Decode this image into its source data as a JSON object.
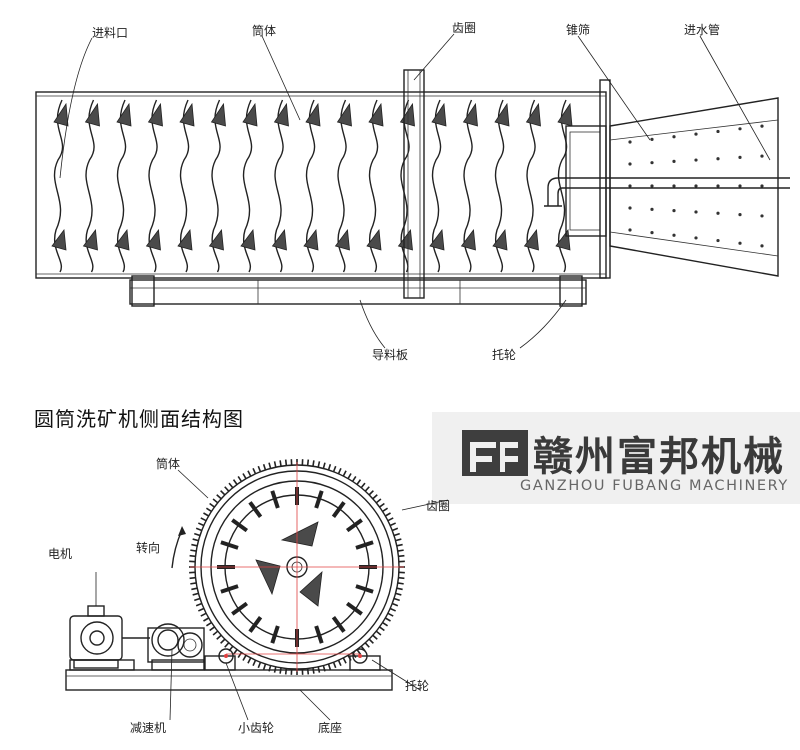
{
  "top_view": {
    "labels": {
      "feed_inlet": "进料口",
      "drum": "筒体",
      "gear_ring": "齿圈",
      "cone_screen": "锥筛",
      "water_pipe": "进水管",
      "guide_plate": "导料板",
      "support_roller": "托轮"
    }
  },
  "side_view": {
    "title": "圆筒洗矿机侧面结构图",
    "labels": {
      "drum": "筒体",
      "rotation": "转向",
      "gear_ring": "齿圈",
      "motor": "电机",
      "reducer": "减速机",
      "pinion": "小齿轮",
      "base": "底座",
      "support_roller": "托轮"
    }
  },
  "watermark": {
    "company_cn": "赣州富邦机械",
    "company_en": "GANZHOU FUBANG MACHINERY"
  }
}
